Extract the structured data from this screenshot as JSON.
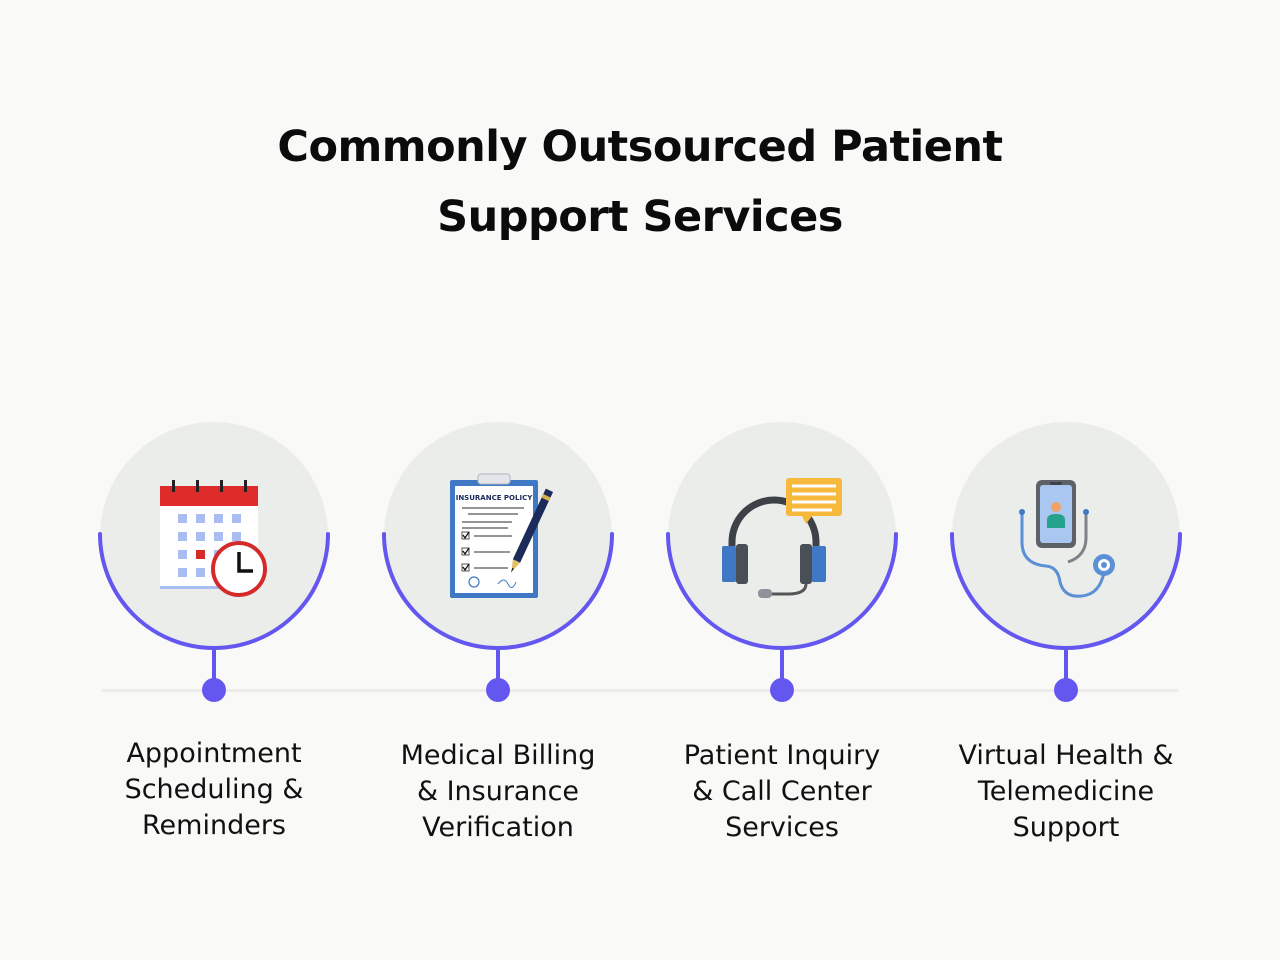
{
  "title": {
    "line1": "Commonly Outsourced Patient",
    "line2": "Support Services"
  },
  "accent_color": "#6457f0",
  "services": [
    {
      "icon": "calendar-clock-icon",
      "lines": [
        "Appointment",
        "Scheduling &",
        "Reminders"
      ]
    },
    {
      "icon": "insurance-policy-clipboard-icon",
      "icon_text": "INSURANCE POLICY",
      "lines": [
        "Medical Billing",
        "& Insurance",
        "Verification"
      ]
    },
    {
      "icon": "headset-chat-icon",
      "lines": [
        "Patient Inquiry",
        "& Call Center",
        "Services"
      ]
    },
    {
      "icon": "phone-stethoscope-icon",
      "lines": [
        "Virtual Health &",
        "Telemedicine",
        "Support"
      ]
    }
  ]
}
